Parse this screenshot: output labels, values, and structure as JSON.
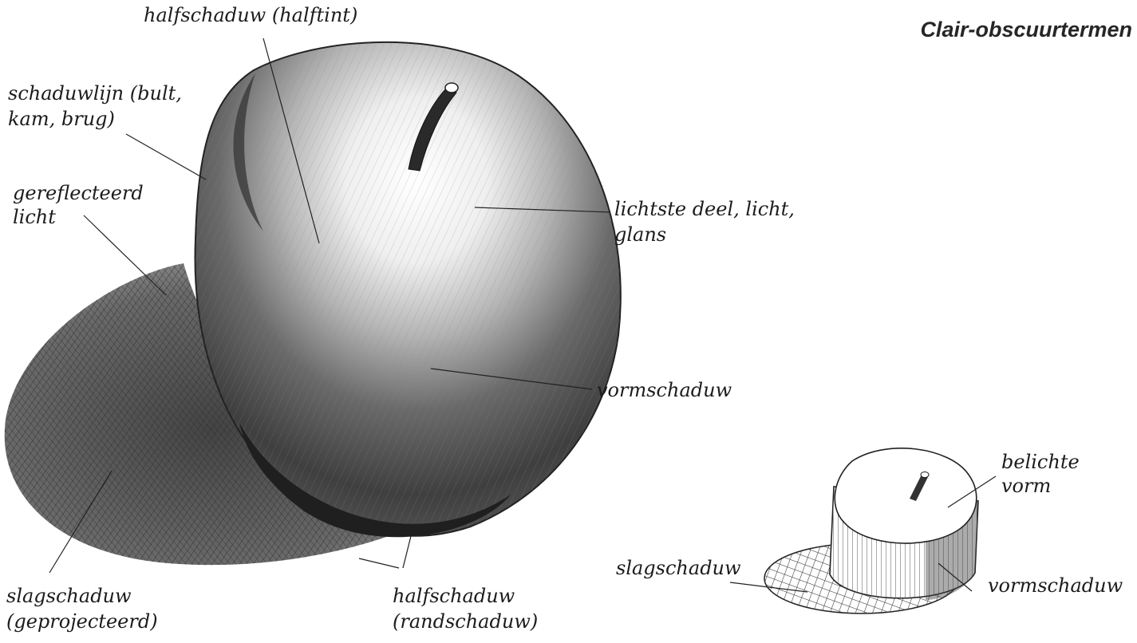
{
  "title": "Clair-obscuurtermen",
  "labels": {
    "halftone_top": "halfschaduw (halftint)",
    "ridge_line_1": "schaduwlijn (bult,",
    "ridge_line_2": "kam, brug)",
    "reflected_1": "gereflecteerd",
    "reflected_2": "licht",
    "highlight_1": "lichtste deel, licht,",
    "highlight_2": "glans",
    "form_shadow": "vormschaduw",
    "cast_shadow_1": "slagschaduw",
    "cast_shadow_2": "(geprojecteerd)",
    "penumbra_1": "halfschaduw",
    "penumbra_2": "(randschaduw)",
    "small_lit_1": "belichte",
    "small_lit_2": "vorm",
    "small_cast": "slagschaduw",
    "small_form": "vormschaduw"
  }
}
